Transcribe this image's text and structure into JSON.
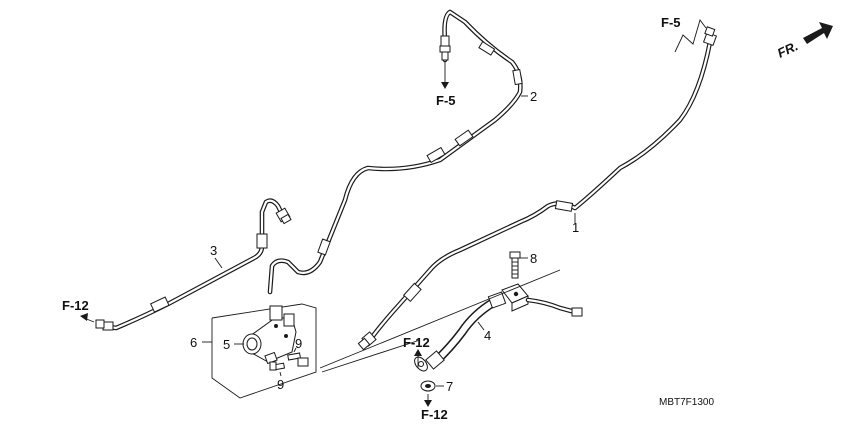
{
  "callouts": {
    "p1": "1",
    "p2": "2",
    "p3": "3",
    "p4": "4",
    "p5": "5",
    "p6": "6",
    "p7": "7",
    "p8": "8",
    "p9a": "9",
    "p9b": "9"
  },
  "references": {
    "f5_top": "F-5",
    "f5_right": "F-5",
    "f12_left": "F-12",
    "f12_mid": "F-12",
    "f12_bottom": "F-12"
  },
  "front_marker": "FR.",
  "diagram_code": "MBT7F1300"
}
